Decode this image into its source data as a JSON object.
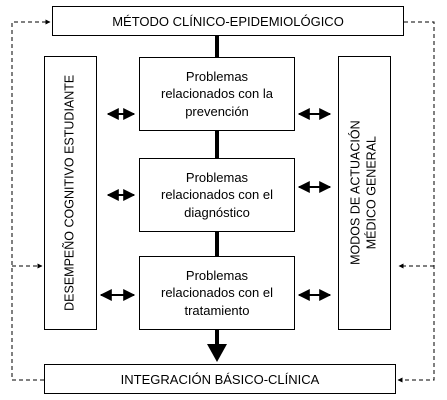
{
  "diagram": {
    "top_label": "MÉTODO CLÍNICO-EPIDEMIOLÓGICO",
    "bottom_label": "INTEGRACIÓN BÁSICO-CLÍNICA",
    "left_label": "DESEMPEÑO COGNITIVO ESTUDIANTE",
    "right_label_line1": "MODOS DE ACTUACIÓN",
    "right_label_line2": "MÉDICO GENERAL",
    "problems": [
      {
        "line1": "Problemas",
        "line2": "relacionados con la",
        "line3": "prevención"
      },
      {
        "line1": "Problemas",
        "line2": "relacionados con el",
        "line3": "diagnóstico"
      },
      {
        "line1": "Problemas",
        "line2": "relacionados con el",
        "line3": "tratamiento"
      }
    ]
  }
}
